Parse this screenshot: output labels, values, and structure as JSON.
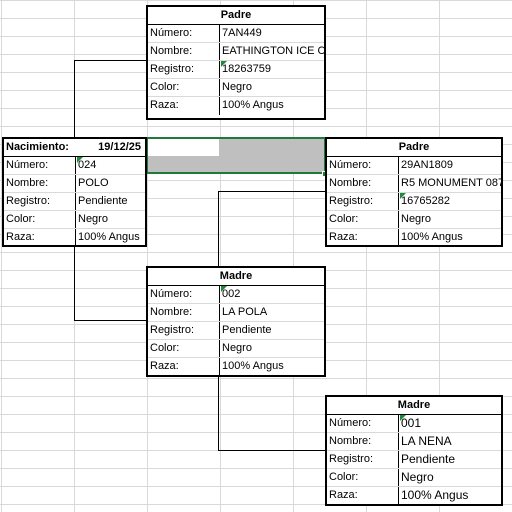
{
  "cards": {
    "father_top": {
      "header": "Padre",
      "rows": [
        {
          "label": "Número:",
          "value": "7AN449"
        },
        {
          "label": "Nombre:",
          "value": "EATHINGTON ICE CAP"
        },
        {
          "label": "Registro:",
          "value": "18263759"
        },
        {
          "label": "Color:",
          "value": "Negro"
        },
        {
          "label": "Raza:",
          "value": "100% Angus"
        }
      ]
    },
    "calf": {
      "header_label": "Nacimiento:",
      "header_value": "19/12/25",
      "rows": [
        {
          "label": "Número:",
          "value": "024"
        },
        {
          "label": "Nombre:",
          "value": "POLO"
        },
        {
          "label": "Registro:",
          "value": "Pendiente"
        },
        {
          "label": "Color:",
          "value": "Negro"
        },
        {
          "label": "Raza:",
          "value": "100% Angus"
        }
      ]
    },
    "father_right": {
      "header": "Padre",
      "rows": [
        {
          "label": "Número:",
          "value": "29AN1809"
        },
        {
          "label": "Nombre:",
          "value": "R5 MONUMENT 087"
        },
        {
          "label": "Registro:",
          "value": "16765282"
        },
        {
          "label": "Color:",
          "value": "Negro"
        },
        {
          "label": "Raza:",
          "value": "100% Angus"
        }
      ]
    },
    "mother_mid": {
      "header": "Madre",
      "rows": [
        {
          "label": "Número:",
          "value": "002"
        },
        {
          "label": "Nombre:",
          "value": "LA POLA"
        },
        {
          "label": "Registro:",
          "value": "Pendiente"
        },
        {
          "label": "Color:",
          "value": "Negro"
        },
        {
          "label": "Raza:",
          "value": "100% Angus"
        }
      ]
    },
    "mother_bottom": {
      "header": "Madre",
      "rows": [
        {
          "label": "Número:",
          "value": "001"
        },
        {
          "label": "Nombre:",
          "value": "LA NENA"
        },
        {
          "label": "Registro:",
          "value": "Pendiente"
        },
        {
          "label": "Color:",
          "value": "Negro"
        },
        {
          "label": "Raza:",
          "value": "100% Angus"
        }
      ]
    }
  },
  "colors": {
    "selection": "#1f7a3a",
    "comment_marker": "#1f8a3a",
    "gridline": "#d9d9d9",
    "selected_fill": "#bfbfbf"
  }
}
